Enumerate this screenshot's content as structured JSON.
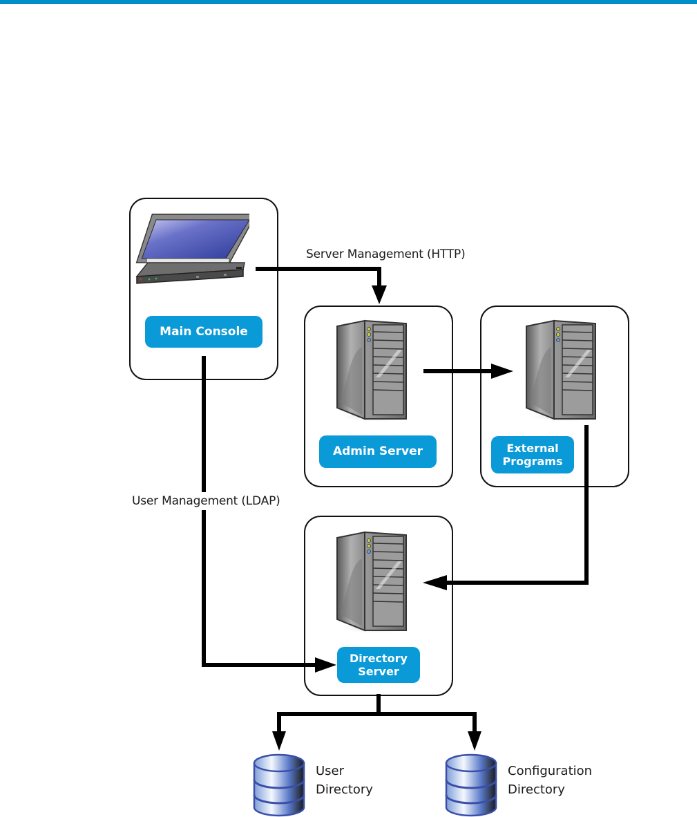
{
  "header": {
    "accent_color": "#008fc8"
  },
  "nodes": {
    "main_console": {
      "label": "Main Console",
      "icon": "laptop-icon"
    },
    "admin_server": {
      "label": "Admin Server",
      "icon": "server-tower-icon"
    },
    "external_programs": {
      "label_line1": "External",
      "label_line2": "Programs",
      "icon": "server-tower-icon"
    },
    "directory_server": {
      "label_line1": "Directory",
      "label_line2": "Server",
      "icon": "server-tower-icon"
    }
  },
  "connections": {
    "server_management": {
      "label": "Server Management (HTTP)",
      "from": "Main Console",
      "to": "Admin Server"
    },
    "admin_to_external": {
      "from": "Admin Server",
      "to": "External Programs"
    },
    "external_to_directory": {
      "from": "External Programs",
      "to": "Directory Server"
    },
    "user_management": {
      "label": "User Management (LDAP)",
      "from": "Main Console",
      "to": "Directory Server"
    },
    "directory_to_user_dir": {
      "from": "Directory Server",
      "to": "User Directory"
    },
    "directory_to_config_dir": {
      "from": "Directory Server",
      "to": "Configuration Directory"
    }
  },
  "databases": {
    "user_directory": {
      "line1": "User",
      "line2": "Directory",
      "icon": "database-icon"
    },
    "configuration_directory": {
      "line1": "Configuration",
      "line2": "Directory",
      "icon": "database-icon"
    }
  },
  "colors": {
    "badge": "#0a9ad8",
    "line": "#000000",
    "database_stroke": "#3b4fa8"
  }
}
